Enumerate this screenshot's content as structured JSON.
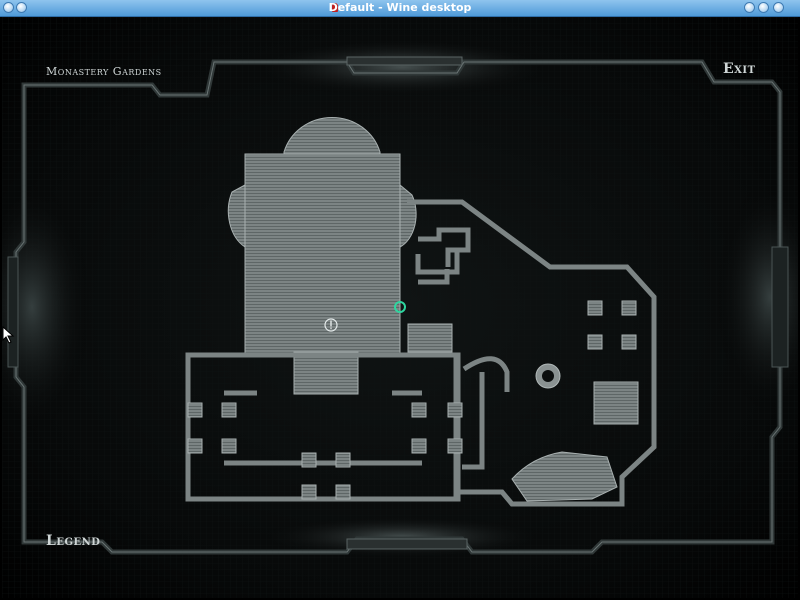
{
  "window": {
    "title": "Default - Wine desktop",
    "title_bar_color": "#5aa4e0"
  },
  "map": {
    "title": "Monastery Gardens",
    "exit_label": "Exit",
    "legend_label": "Legend",
    "floor_color": "#8c9494",
    "wall_color": "#9aa2a2",
    "background_color": "#050707",
    "frame_color": "#2c3232",
    "marker_color": "#2fd6a0",
    "poi_icon": "exclamation-circle-icon"
  }
}
